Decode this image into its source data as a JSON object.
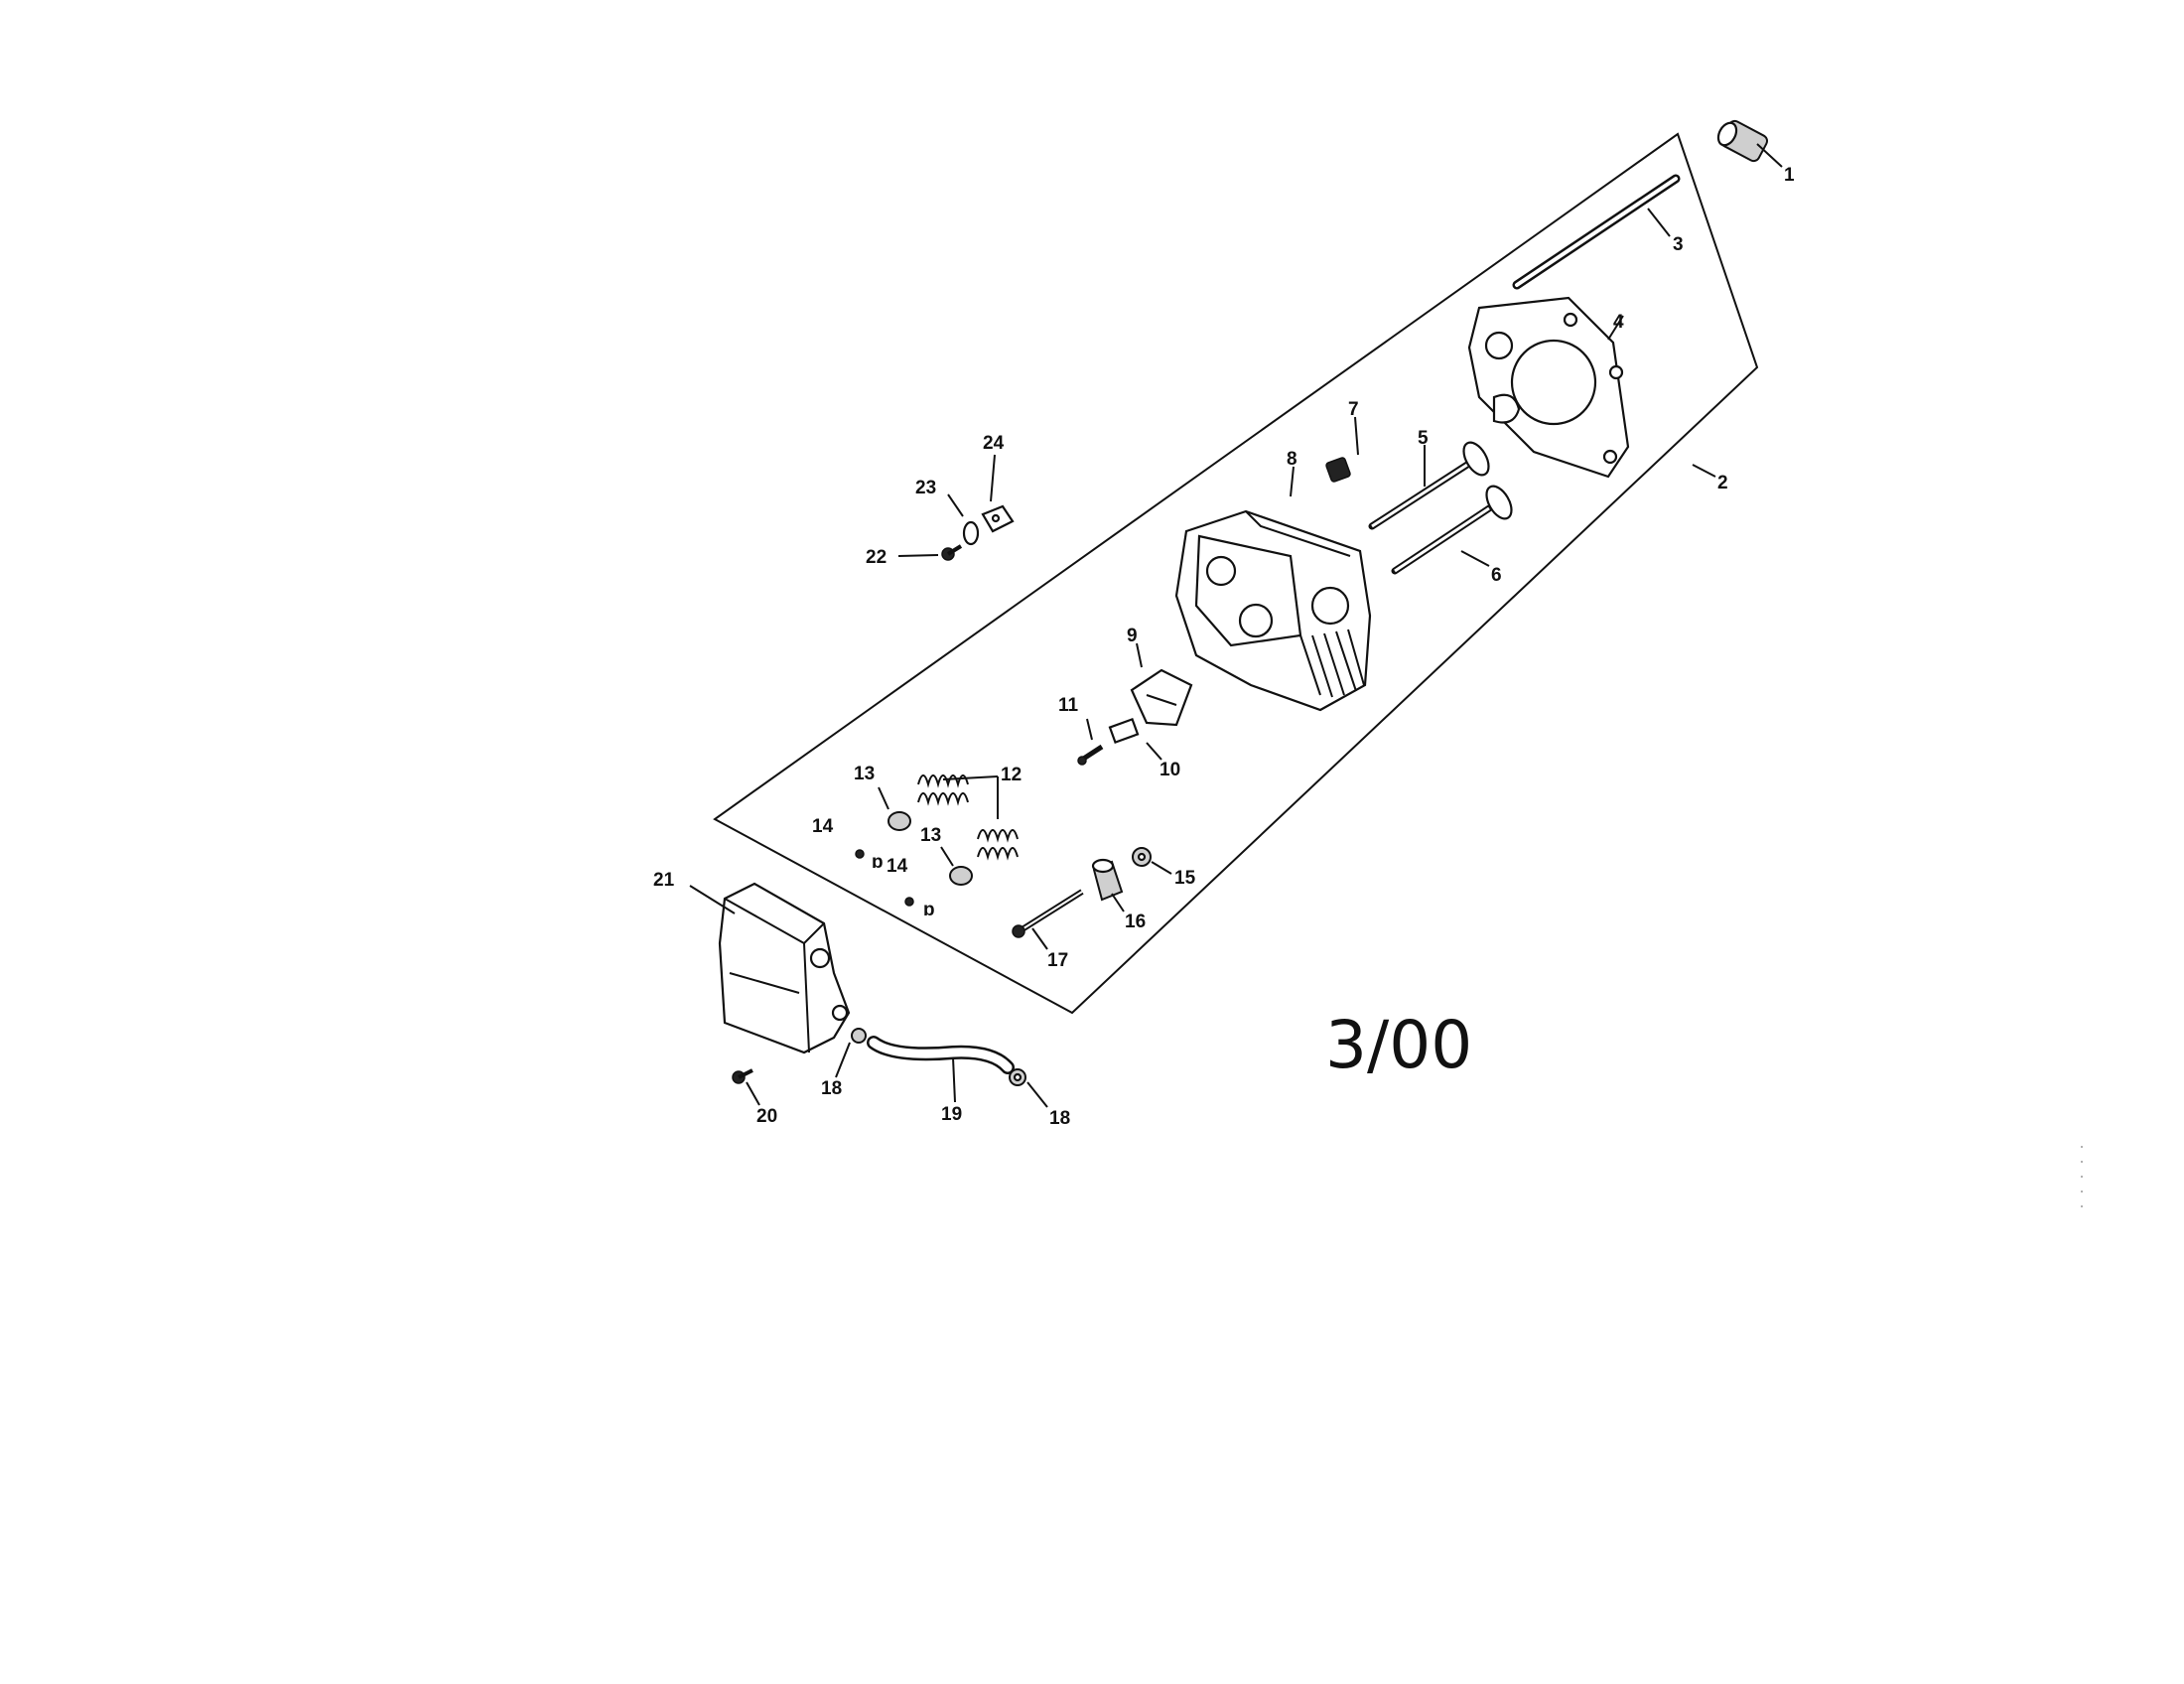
{
  "diagram": {
    "revision_date": "3/00",
    "callouts": [
      "1",
      "2",
      "3",
      "4",
      "5",
      "6",
      "7",
      "8",
      "9",
      "10",
      "11",
      "12",
      "13",
      "13",
      "14",
      "14",
      "15",
      "16",
      "17",
      "18",
      "18",
      "19",
      "20",
      "21",
      "22",
      "23",
      "24"
    ]
  }
}
